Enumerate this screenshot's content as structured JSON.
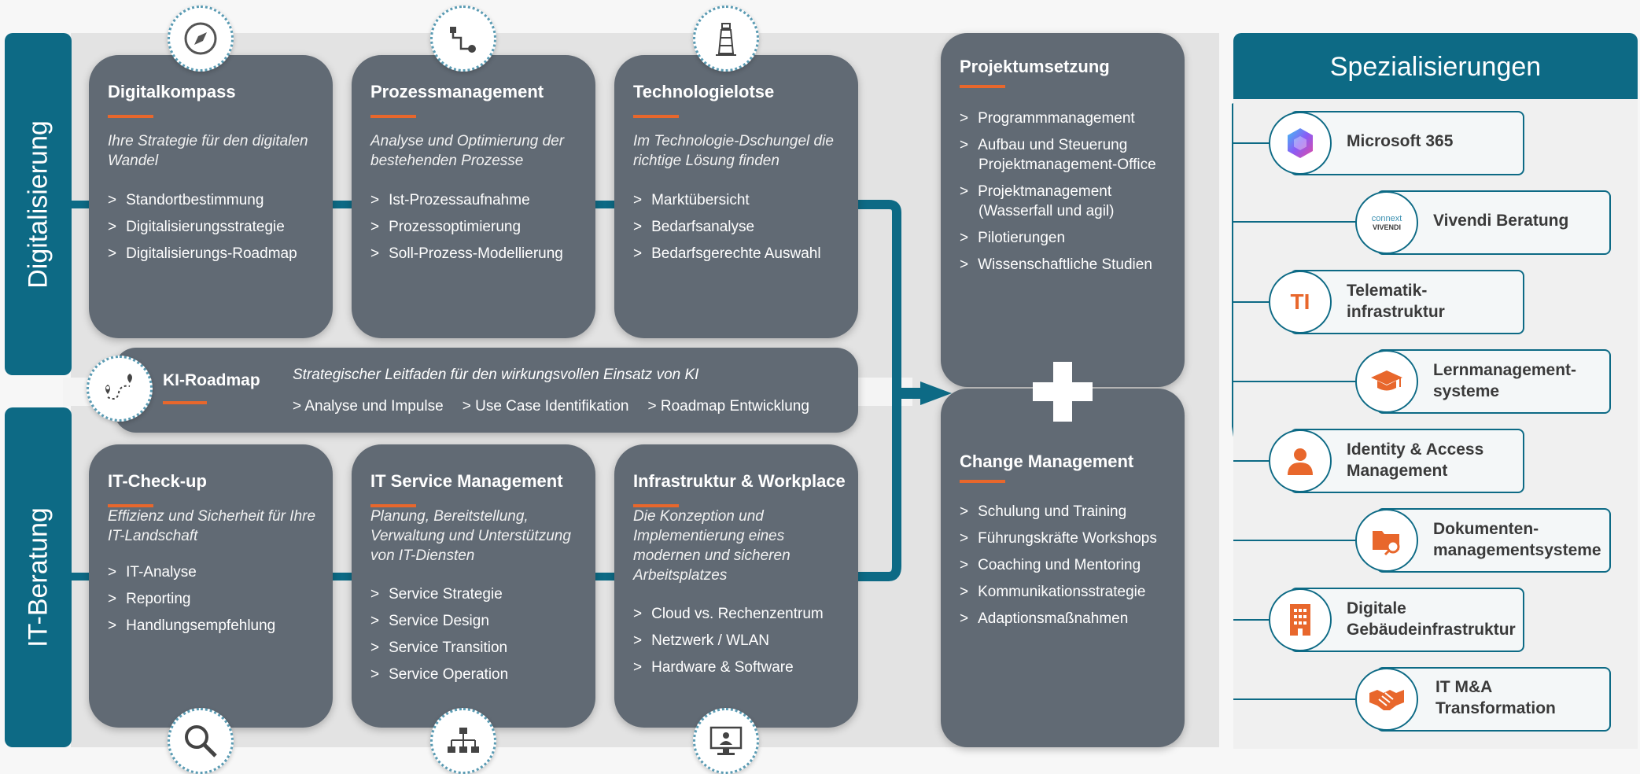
{
  "sidebar": {
    "top": "Digitalisierung",
    "bottom": "IT-Beratung"
  },
  "cards": [
    {
      "title": "Digitalkompass",
      "subtitle": "Ihre Strategie für den digitalen Wandel",
      "items": [
        "Standortbestimmung",
        "Digitalisierungsstrategie",
        "Digitalisierungs-Roadmap"
      ]
    },
    {
      "title": "Prozessmanagement",
      "subtitle": "Analyse und Optimierung der bestehenden Prozesse",
      "items": [
        "Ist-Prozessaufnahme",
        "Prozessoptimierung",
        "Soll-Prozess-Modellierung"
      ]
    },
    {
      "title": "Technologielotse",
      "subtitle": "Im Technologie-Dschungel die richtige Lösung finden",
      "items": [
        "Marktübersicht",
        "Bedarfsanalyse",
        "Bedarfsgerechte Auswahl"
      ]
    },
    {
      "title": "IT-Check-up",
      "subtitle": "Effizienz und Sicherheit für Ihre IT-Landschaft",
      "items": [
        "IT-Analyse",
        "Reporting",
        "Handlungsempfehlung"
      ]
    },
    {
      "title": "IT Service Management",
      "subtitle": "Planung, Bereitstellung, Verwaltung und Unterstützung von IT-Diensten",
      "items": [
        "Service Strategie",
        "Service Design",
        "Service Transition",
        "Service Operation"
      ]
    },
    {
      "title": "Infrastruktur & Workplace",
      "subtitle": "Die Konzeption und Implementierung eines modernen und sicheren Arbeitsplatzes",
      "items": [
        "Cloud vs. Rechenzentrum",
        "Netzwerk / WLAN",
        "Hardware & Software"
      ]
    }
  ],
  "ki": {
    "title": "KI-Roadmap",
    "subtitle": "Strategischer Leitfaden für den wirkungsvollen Einsatz von KI",
    "items": [
      "Analyse und Impulse",
      "Use Case Identifikation",
      "Roadmap Entwicklung"
    ]
  },
  "projekt": {
    "title": "Projektumsetzung",
    "items": [
      "Programmmanagement",
      "Aufbau und Steuerung Projektmanagement-Office",
      "Projektmanagement (Wasserfall und agil)",
      "Pilotierungen",
      "Wissenschaftliche Studien"
    ]
  },
  "change": {
    "title": "Change Management",
    "items": [
      "Schulung und Training",
      "Führungskräfte Workshops",
      "Coaching und Mentoring",
      "Kommunikationsstrategie",
      "Adaptionsmaßnahmen"
    ]
  },
  "spezialisierungen": {
    "header": "Spezialisierungen",
    "items": [
      {
        "label": "Microsoft 365",
        "icon": "microsoft-365-icon"
      },
      {
        "label": "Vivendi Beratung",
        "icon": "connext-vivendi-logo",
        "logo_text_1": "connext",
        "logo_text_2": "VIVENDI"
      },
      {
        "label": "Telematik-infrastruktur",
        "icon": "ti-icon",
        "icon_text": "TI"
      },
      {
        "label": "Lernmanagement-systeme",
        "icon": "graduation-cap-icon"
      },
      {
        "label": "Identity & Access Management",
        "icon": "person-icon"
      },
      {
        "label": "Dokumenten-managementsysteme",
        "icon": "folder-search-icon"
      },
      {
        "label": "Digitale Gebäudeinfrastruktur",
        "icon": "building-icon"
      },
      {
        "label": "IT M&A Transformation",
        "icon": "handshake-icon"
      }
    ]
  },
  "colors": {
    "teal": "#0d6a85",
    "card": "#616a74",
    "accent": "#e8672c",
    "header": "#0d6a85"
  }
}
